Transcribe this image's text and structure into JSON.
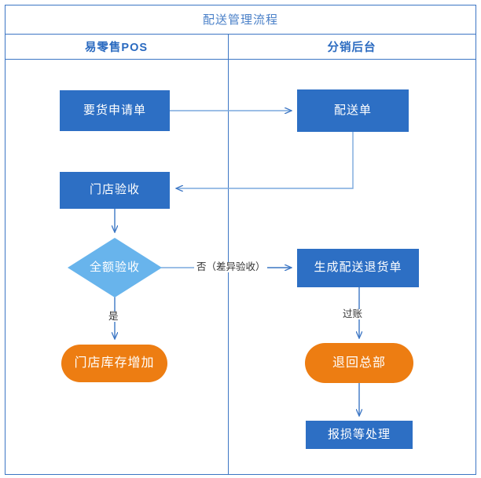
{
  "diagram": {
    "title": "配送管理流程",
    "type": "flowchart",
    "lanes": [
      {
        "id": "lane-pos",
        "label": "易零售POS"
      },
      {
        "id": "lane-backend",
        "label": "分销后台"
      }
    ],
    "colors": {
      "frame_border": "#3c76c4",
      "title_text": "#4a80c8",
      "lane_header_text": "#2a6ac0",
      "process_fill": "#2d6fc4",
      "decision_fill": "#68b4ec",
      "terminator_fill": "#ed7d12",
      "connector": "#3c76c4",
      "node_text": "#ffffff",
      "edge_label_text": "#333333",
      "background": "#ffffff"
    },
    "nodes": [
      {
        "id": "n1",
        "label": "要货申请单",
        "shape": "process",
        "lane": "lane-pos"
      },
      {
        "id": "n2",
        "label": "配送单",
        "shape": "process",
        "lane": "lane-backend"
      },
      {
        "id": "n3",
        "label": "门店验收",
        "shape": "process",
        "lane": "lane-pos"
      },
      {
        "id": "n4",
        "label": "全额验收",
        "shape": "decision",
        "lane": "lane-pos"
      },
      {
        "id": "n5",
        "label": "生成配送退货单",
        "shape": "process",
        "lane": "lane-backend"
      },
      {
        "id": "n6",
        "label": "门店库存增加",
        "shape": "terminator",
        "lane": "lane-pos"
      },
      {
        "id": "n7",
        "label": "退回总部",
        "shape": "terminator",
        "lane": "lane-backend"
      },
      {
        "id": "n8",
        "label": "报损等处理",
        "shape": "process",
        "lane": "lane-backend"
      }
    ],
    "edges": [
      {
        "id": "e1",
        "from": "n1",
        "to": "n2",
        "label": ""
      },
      {
        "id": "e2",
        "from": "n2",
        "to": "n3",
        "label": ""
      },
      {
        "id": "e3",
        "from": "n3",
        "to": "n4",
        "label": ""
      },
      {
        "id": "e4",
        "from": "n4",
        "to": "n5",
        "label": "否（差异验收）"
      },
      {
        "id": "e5",
        "from": "n4",
        "to": "n6",
        "label": "是"
      },
      {
        "id": "e6",
        "from": "n5",
        "to": "n7",
        "label": "过账"
      },
      {
        "id": "e7",
        "from": "n7",
        "to": "n8",
        "label": ""
      }
    ],
    "edge_labels": {
      "no_diff_check": "否（差异验收）",
      "yes": "是",
      "post": "过账"
    }
  }
}
